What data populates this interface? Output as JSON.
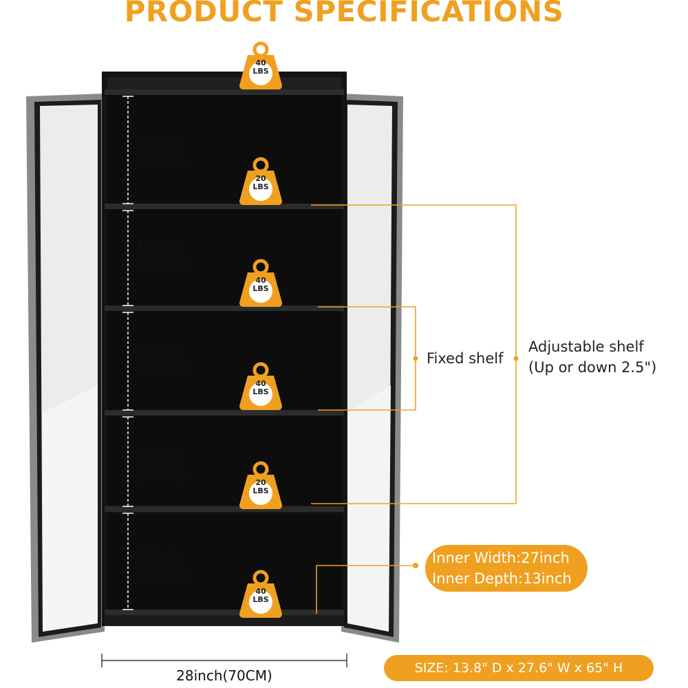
{
  "title": "PRODUCT SPECIFICATIONS",
  "colors": {
    "accent": "#f0a020",
    "cabinet": "#1a1a1a",
    "glass": "#e9e9ea"
  },
  "shelf_heights": [
    {
      "inch": "12inch",
      "cm": "(30CM)"
    },
    {
      "inch": "12inch",
      "cm": "(30CM)"
    },
    {
      "inch": "12inch",
      "cm": "(30CM)"
    },
    {
      "inch": "12inch",
      "cm": "(30CM)"
    },
    {
      "inch": "12inch",
      "cm": "(30CM)"
    }
  ],
  "weights": [
    {
      "num": "40",
      "unit": "LBS"
    },
    {
      "num": "20",
      "unit": "LBS"
    },
    {
      "num": "40",
      "unit": "LBS"
    },
    {
      "num": "40",
      "unit": "LBS"
    },
    {
      "num": "20",
      "unit": "LBS"
    },
    {
      "num": "40",
      "unit": "LBS"
    }
  ],
  "fixed_shelf": "Fixed shelf",
  "adjustable_shelf": {
    "line1": "Adjustable shelf",
    "line2": "(Up or down 2.5\")"
  },
  "inner": {
    "width": "Inner Width:27inch",
    "depth": "Inner Depth:13inch"
  },
  "overall_width": "28inch(70CM)",
  "size": "SIZE: 13.8\" D x 27.6\" W x 65\" H"
}
